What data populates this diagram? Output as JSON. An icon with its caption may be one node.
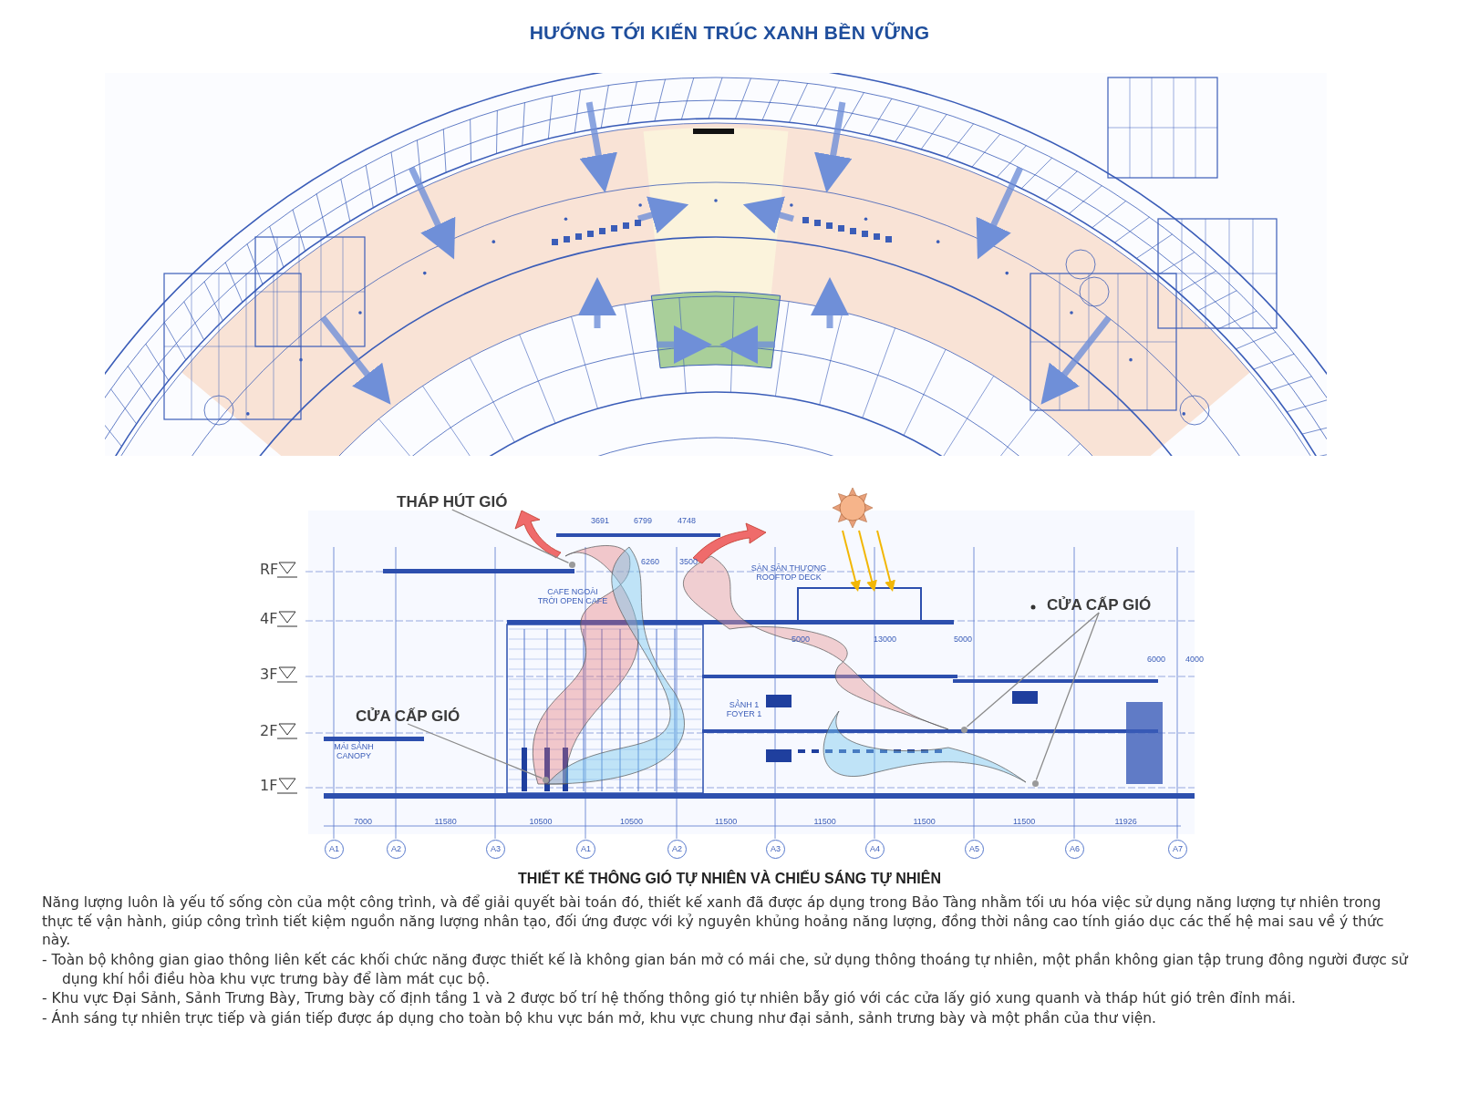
{
  "diagram": {
    "title": "HƯỚNG TỚI KIẾN TRÚC XANH BỀN VỮNG",
    "nodes": [
      {
        "text": [
          "THÁP HÚT GIÓ"
        ]
      },
      {
        "text": [],
        "shape": "circle"
      },
      {
        "text": [
          "CỬA CẤP GIÓ"
        ]
      },
      {
        "text": [],
        "shape": "circle"
      },
      {
        "text": [
          "CỬA CẤP GIÓ"
        ]
      },
      {
        "text": [],
        "shape": "circle"
      },
      {
        "text": [],
        "shape": "circle"
      }
    ],
    "edges": [
      {
        "from": 0,
        "to": 1,
        "arrow": "none"
      },
      {
        "from": 2,
        "to": 3,
        "arrow": "none"
      },
      {
        "from": 4,
        "to": 5,
        "arrow": "none"
      },
      {
        "from": 4,
        "to": 6,
        "arrow": "none"
      }
    ],
    "labels": [
      "RF",
      "4F",
      "3F",
      "2F",
      "1F",
      "3691",
      "6799",
      "4748",
      "6260",
      "3500",
      "CAFE NGOÀI TRỜI OPEN CAFE",
      "MÁI SẢNH CANOPY",
      "SẢNH 1 FOYER 1",
      "SÀN SÂN THƯỢNG ROOFTOP DECK",
      "5000",
      "13000",
      "5000",
      "6000",
      "4000",
      "7000",
      "11580",
      "10500",
      "10500",
      "11500",
      "11500",
      "11500",
      "11500",
      "11926",
      "A1",
      "A2",
      "A3",
      "A1",
      "A2",
      "A3",
      "A4",
      "A5",
      "A6",
      "A7",
      "THIẾT KẾ THÔNG GIÓ TỰ NHIÊN VÀ CHIẾU SÁNG TỰ NHIÊN",
      "Năng lượng luôn là yếu tố sống còn của một công trình, và để giải quyết bài toán đó, thiết kế xanh đã được áp dụng trong Bảo Tàng nhằm tối ưu hóa việc sử dụng năng lượng tự nhiên trong thực tế vận hành, giúp công trình tiết kiệm nguồn năng lượng nhân tạo, đối ứng được với kỷ nguyên khủng hoảng năng lượng, đồng thời nâng cao tính giáo dục các thế hệ mai sau về ý thức này.",
      "- Toàn bộ không gian giao thông liên kết các khối chức năng được thiết kế là không gian bán mở có mái che, sử dụng thông thoáng tự nhiên, một phần không gian tập trung đông người được sử dụng khí hồi điều hòa khu vực trưng bày để làm mát cục bộ.",
      "- Khu vực Đại Sảnh, Sảnh Trưng Bày, Trưng bày cố định tầng 1 và 2 được bố trí hệ thống thông gió tự nhiên bẫy gió với các cửa lấy gió xung quanh và tháp hút gió trên đỉnh mái.",
      "- Ánh sáng tự nhiên trực tiếp và gián tiếp được áp dụng cho toàn bộ khu vực bán mở, khu vực chung như đại sảnh, sảnh trưng bày và một phần của thư viện."
    ]
  }
}
